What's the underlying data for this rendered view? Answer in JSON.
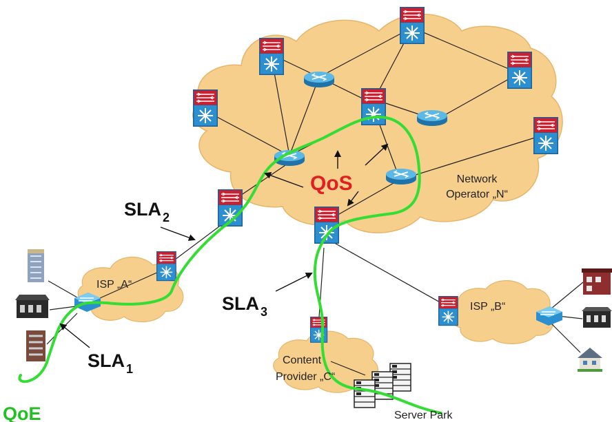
{
  "labels": {
    "qos": "QoS",
    "qoe": "QoE",
    "network_operator_line1": "Network",
    "network_operator_line2": "Operator „N“",
    "isp_a": "ISP „A“",
    "isp_b": "ISP „B“",
    "content_line1": "Content",
    "content_line2": "Provider „C“",
    "server_park": "Server Park",
    "sla": "SLA",
    "sla_sub_1": "1",
    "sla_sub_2": "2",
    "sla_sub_3": "3"
  },
  "colors": {
    "cloud_fill": "#F7CF8C",
    "path_green": "#33DD33",
    "qos_red": "#E02020",
    "qoe_green": "#22C022",
    "switch_top": "#CC1F2F",
    "switch_bottom": "#2C8FD0",
    "router": "#3AA6D8"
  },
  "icons": [
    "building-icon",
    "house-icon",
    "server-icon",
    "switch-icon",
    "router-icon"
  ]
}
